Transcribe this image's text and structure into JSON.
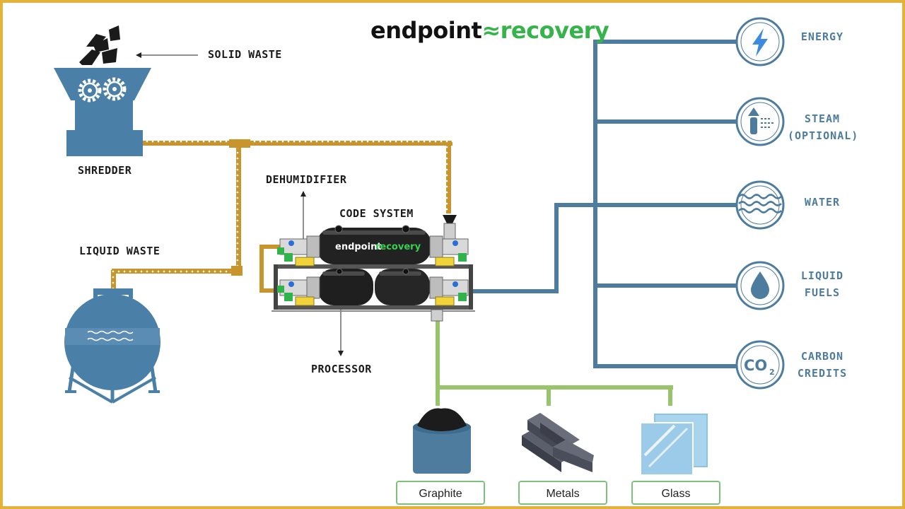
{
  "logo": {
    "left": "endpoint",
    "sep": "≈",
    "right": "recovery"
  },
  "labels": {
    "solid_waste": "SOLID WASTE",
    "shredder": "SHREDDER",
    "liquid_waste": "LIQUID WASTE",
    "dehumidifier": "DEHUMIDIFIER",
    "code_system": "CODE SYSTEM",
    "processor": "PROCESSOR",
    "machine_brand_left": "endpoint",
    "machine_brand_right": "recovery"
  },
  "outputs_right": [
    {
      "label": "ENERGY",
      "icon": "lightning-icon"
    },
    {
      "label": "STEAM\n(OPTIONAL)",
      "icon": "steam-icon"
    },
    {
      "label": "WATER",
      "icon": "waves-icon"
    },
    {
      "label": "LIQUID\nFUELS",
      "icon": "droplet-icon"
    },
    {
      "label": "CARBON\nCREDITS",
      "icon": "co2-icon",
      "icon_text": "CO",
      "icon_sub": "2"
    }
  ],
  "outputs_bottom": [
    {
      "label": "Graphite",
      "icon": "graphite-bucket-icon"
    },
    {
      "label": "Metals",
      "icon": "metal-beams-icon"
    },
    {
      "label": "Glass",
      "icon": "glass-panes-icon"
    }
  ],
  "colors": {
    "frame": "#e2b33b",
    "input_pipe": "#c8952c",
    "output_pipe": "#4d7c9e",
    "solid_pipe": "#98c46b",
    "equipment": "#4a7fa8",
    "brand_green": "#36b34a"
  }
}
